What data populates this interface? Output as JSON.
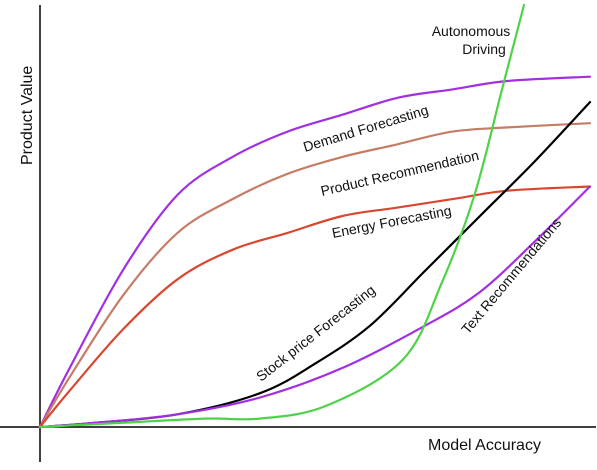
{
  "chart_data": {
    "type": "line",
    "title": "",
    "xlabel": "Model Accuracy",
    "ylabel": "Product  Value",
    "grid": false,
    "legend": "none (inline curve labels)",
    "series": [
      {
        "name": "Demand Forecasting",
        "color": "#a22fe0",
        "points": [
          [
            0,
            0
          ],
          [
            5,
            13
          ],
          [
            15,
            37
          ],
          [
            25,
            55
          ],
          [
            35,
            64
          ],
          [
            45,
            70
          ],
          [
            55,
            74
          ],
          [
            65,
            78
          ],
          [
            75,
            80
          ],
          [
            85,
            82
          ],
          [
            100,
            83
          ]
        ]
      },
      {
        "name": "Product Recommendation",
        "color": "#c77c66",
        "points": [
          [
            0,
            0
          ],
          [
            5,
            11
          ],
          [
            15,
            31
          ],
          [
            25,
            46
          ],
          [
            35,
            54
          ],
          [
            45,
            60
          ],
          [
            55,
            64
          ],
          [
            65,
            67
          ],
          [
            75,
            70
          ],
          [
            85,
            71
          ],
          [
            100,
            72
          ]
        ]
      },
      {
        "name": "Energy Forecasting",
        "color": "#d9472f",
        "points": [
          [
            0,
            0
          ],
          [
            5,
            8
          ],
          [
            15,
            23
          ],
          [
            25,
            35
          ],
          [
            35,
            42
          ],
          [
            45,
            46
          ],
          [
            55,
            50
          ],
          [
            65,
            52
          ],
          [
            75,
            54
          ],
          [
            85,
            56
          ],
          [
            100,
            57
          ]
        ]
      },
      {
        "name": "Stock price Forecasting",
        "color": "#000000",
        "points": [
          [
            0,
            0
          ],
          [
            10,
            1
          ],
          [
            25,
            3
          ],
          [
            40,
            8
          ],
          [
            50,
            15
          ],
          [
            60,
            24
          ],
          [
            70,
            37
          ],
          [
            80,
            50
          ],
          [
            90,
            63
          ],
          [
            100,
            77
          ]
        ]
      },
      {
        "name": "Text  Recommendations",
        "color": "#a22fe0",
        "points": [
          [
            0,
            0
          ],
          [
            10,
            1
          ],
          [
            25,
            3
          ],
          [
            40,
            7
          ],
          [
            55,
            14
          ],
          [
            70,
            24
          ],
          [
            80,
            32
          ],
          [
            90,
            44
          ],
          [
            100,
            57
          ]
        ]
      },
      {
        "name": "Autonomous Driving",
        "color": "#4fd24a",
        "points": [
          [
            0,
            0
          ],
          [
            15,
            1
          ],
          [
            30,
            2
          ],
          [
            40,
            2
          ],
          [
            52,
            5
          ],
          [
            66,
            16
          ],
          [
            73,
            34
          ],
          [
            79,
            55
          ],
          [
            84,
            80
          ],
          [
            88,
            100
          ]
        ]
      }
    ]
  }
}
